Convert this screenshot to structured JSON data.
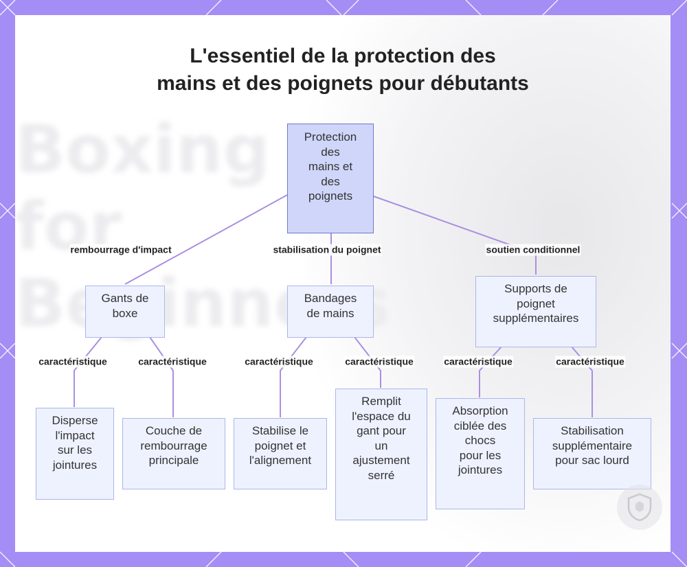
{
  "title": {
    "line1": "L'essentiel de la protection des",
    "line2": "mains et des poignets pour débutants"
  },
  "watermark": "Boxing\nfor\nBeginners",
  "nodes": {
    "root": "Protection\ndes\nmains et\ndes\npoignets",
    "gloves": "Gants de\nboxe",
    "wraps": "Bandages\nde mains",
    "supports": "Supports de\npoignet\nsupplémentaires",
    "disperse": "Disperse\nl'impact\nsur les\njointures",
    "padding": "Couche de\nrembourrage\nprincipale",
    "stabilize": "Stabilise le\npoignet et\nl'alignement",
    "fill": "Remplit\nl'espace du\ngant pour\nun\najustement\nserré",
    "absorb": "Absorption\nciblée des\nchocs\npour les\njointures",
    "extra": "Stabilisation\nsupplémentaire\npour sac lourd"
  },
  "edges": {
    "impact": "rembourrage d'impact",
    "wrist": "stabilisation du poignet",
    "support": "soutien conditionnel",
    "feature": "caractéristique"
  },
  "colors": {
    "frame": "#a48df5",
    "node_fill": "#eef2ff",
    "node_border": "#a9b6e8",
    "root_fill": "#cfd6f9",
    "root_border": "#6b79c8",
    "edge_line": "#a98fe0"
  },
  "icons": {
    "badge": "shield-badge-icon"
  }
}
